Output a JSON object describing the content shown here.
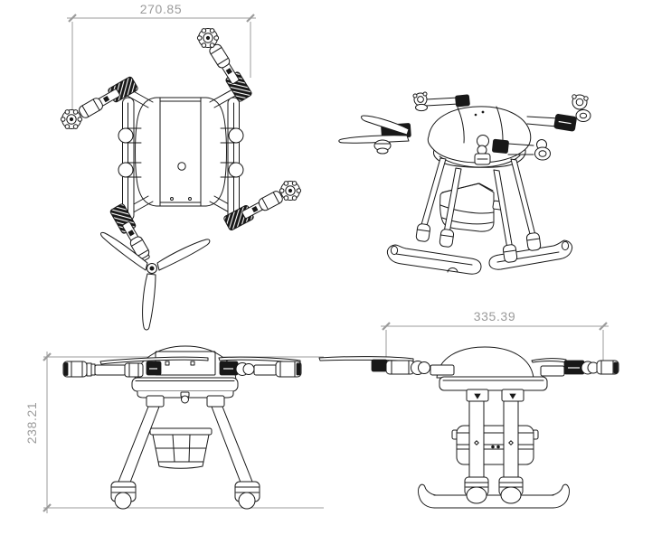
{
  "drawing": {
    "background_color": "#ffffff",
    "line_color": "#181818",
    "dimension_color": "#9b9b9b",
    "dimensions": {
      "top_width": "270.85",
      "side_width": "335.39",
      "front_height": "238.21"
    }
  }
}
